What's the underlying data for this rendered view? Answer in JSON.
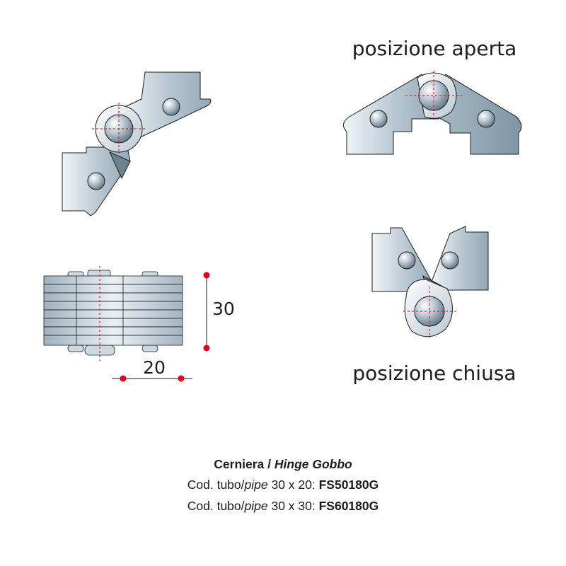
{
  "labels": {
    "open_position": "posizione aperta",
    "closed_position": "posizione chiusa",
    "dim_height": "30",
    "dim_width": "20"
  },
  "caption": {
    "line1": {
      "name": "Cerniera",
      "sep": " / ",
      "name_en": "Hinge Gobbo"
    },
    "line2": {
      "prefix": "Cod. tubo/",
      "pipe": "pipe",
      "size": " 30 x 20: ",
      "code": "FS50180G"
    },
    "line3": {
      "prefix": "Cod. tubo/",
      "pipe": "pipe",
      "size": " 30 x 30: ",
      "code": "FS60180G"
    }
  },
  "colors": {
    "metal_light": "#b5c3ce",
    "metal_dark": "#8a9eac",
    "outline": "#1d1d1b",
    "dimension_red": "#e2001a"
  }
}
